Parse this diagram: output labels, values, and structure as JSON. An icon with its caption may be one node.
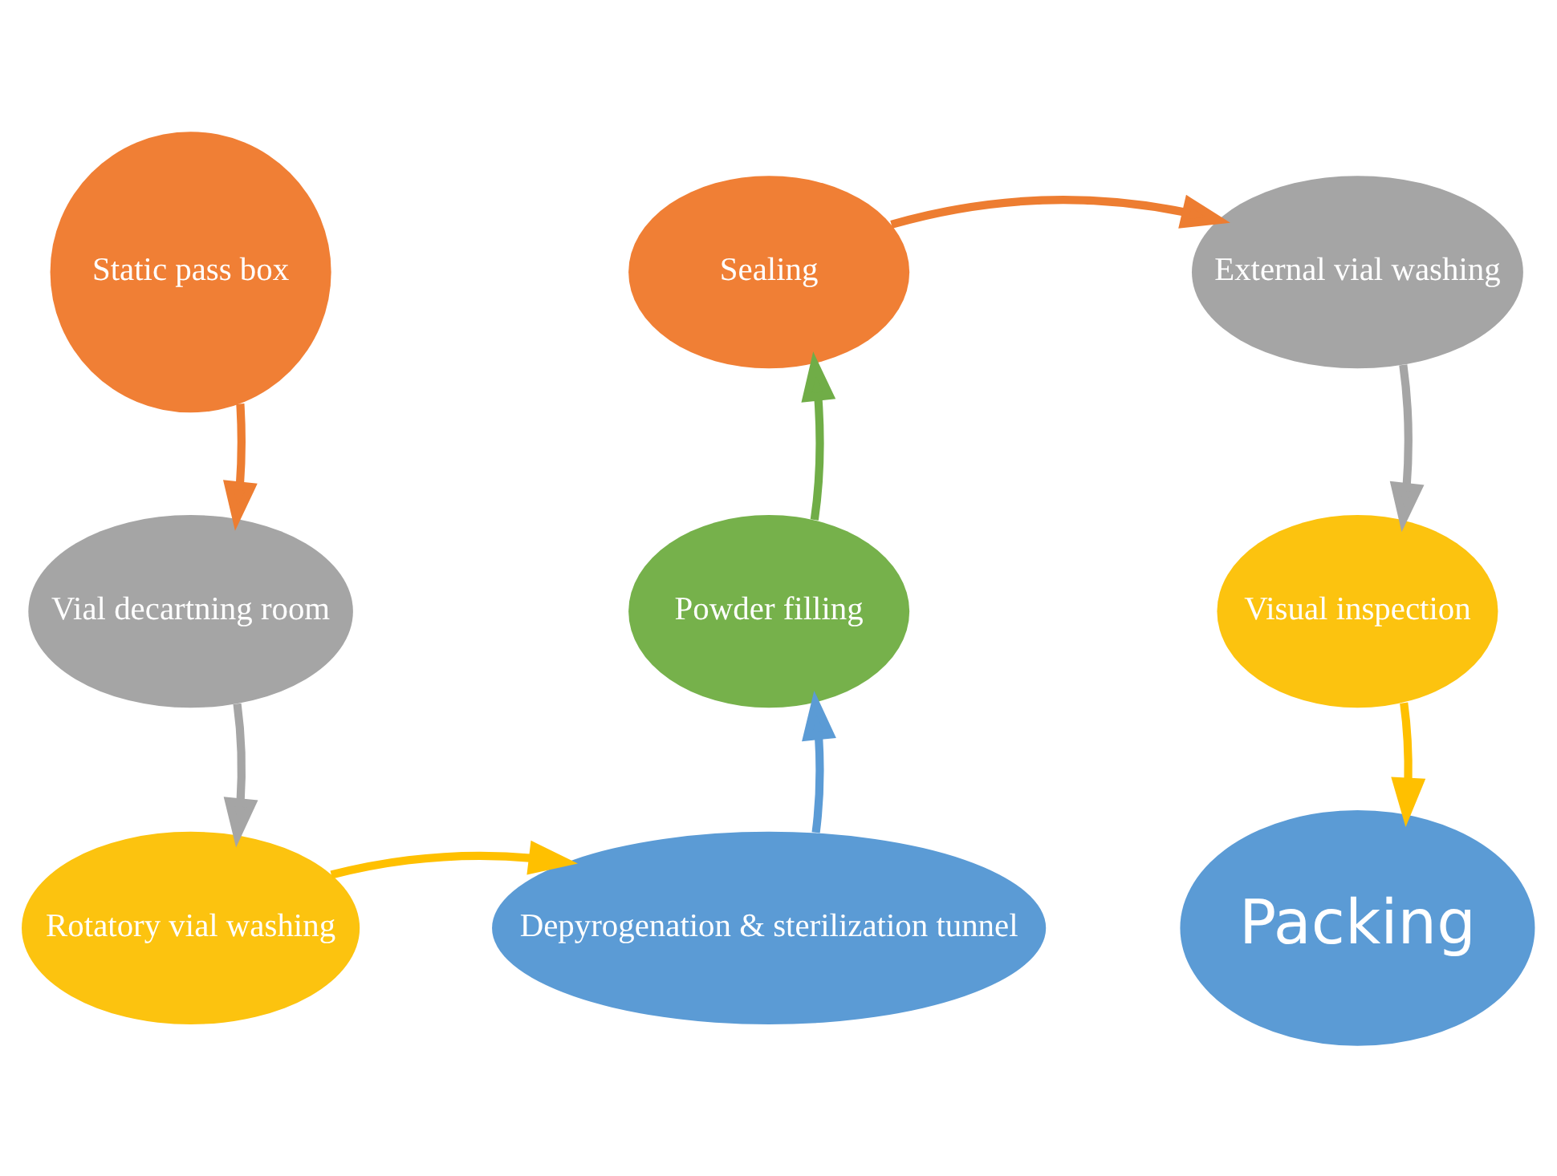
{
  "diagram": {
    "nodes": [
      {
        "text": [
          "Static pass box"
        ]
      },
      {
        "text": [
          "Sealing"
        ]
      },
      {
        "text": [
          "External vial washing"
        ]
      },
      {
        "text": [
          "Vial decartning room"
        ]
      },
      {
        "text": [
          "Powder filling"
        ]
      },
      {
        "text": [
          "Visual inspection"
        ]
      },
      {
        "text": [
          "Rotatory vial washing"
        ]
      },
      {
        "text": [
          "Depyrogenation & sterilization tunnel"
        ]
      },
      {
        "text": [
          "Packing"
        ]
      }
    ],
    "edges": [
      {
        "from": 0,
        "to": 3,
        "arrow": "to",
        "color": "#ed7d31"
      },
      {
        "from": 3,
        "to": 6,
        "arrow": "to",
        "color": "#a5a5a5"
      },
      {
        "from": 6,
        "to": 7,
        "arrow": "to",
        "color": "#ffc000"
      },
      {
        "from": 7,
        "to": 4,
        "arrow": "to",
        "color": "#5b9bd5"
      },
      {
        "from": 4,
        "to": 1,
        "arrow": "to",
        "color": "#70ad47"
      },
      {
        "from": 1,
        "to": 2,
        "arrow": "to",
        "color": "#ed7d31"
      },
      {
        "from": 2,
        "to": 5,
        "arrow": "to",
        "color": "#a5a5a5"
      },
      {
        "from": 5,
        "to": 8,
        "arrow": "to",
        "color": "#ffc000"
      }
    ]
  }
}
